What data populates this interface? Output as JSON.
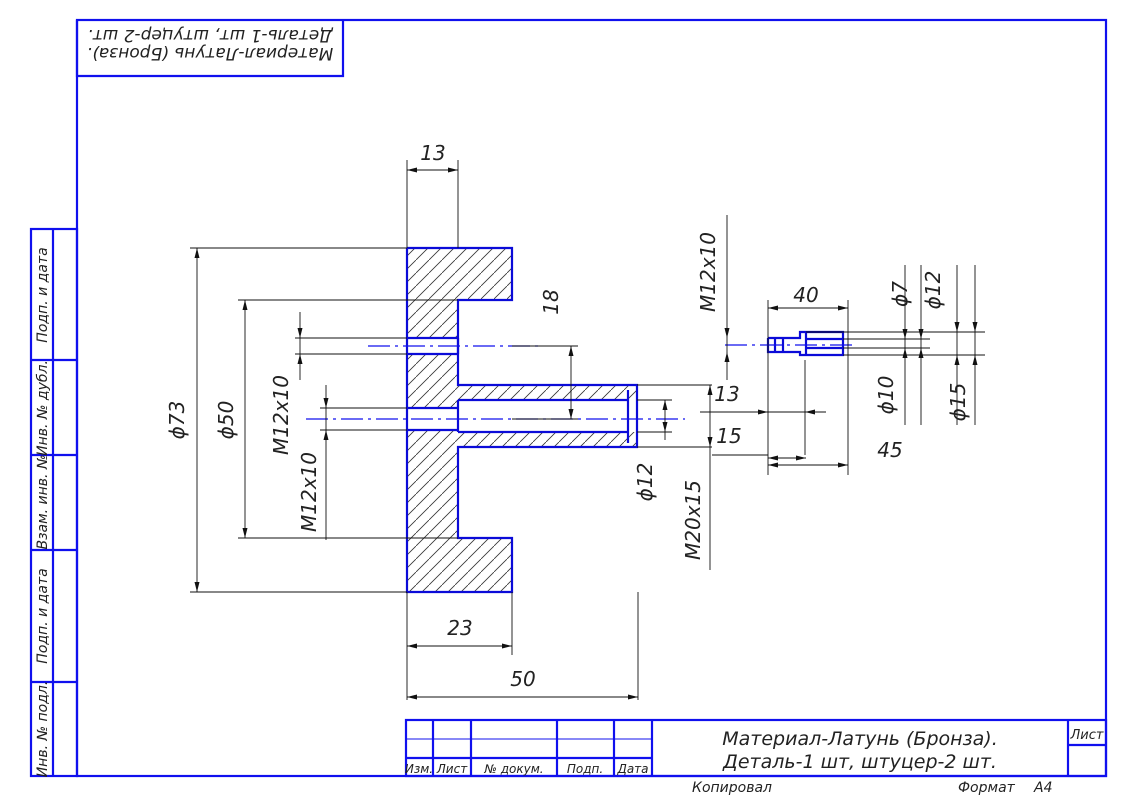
{
  "stamp": {
    "line1": "Материал-Латунь (Бронза).",
    "line2": "Деталь-1 шт, штуцер-2 шт."
  },
  "side_labels": {
    "inv_podl": "Инв. № подл.",
    "podp_data_1": "Подп. и дата",
    "vzam_inv": "Взам. инв. №",
    "inv_dubl": "Инв. № дубл.",
    "podp_data_2": "Подп. и дата"
  },
  "title_block": {
    "material": "Материал-Латунь (Бронза).",
    "quantity": "Деталь-1 шт, штуцер-2 шт.",
    "sheet_label": "Лист",
    "columns": [
      "Изм.",
      "Лист",
      "№ докум.",
      "Подп.",
      "Дата"
    ]
  },
  "footer": {
    "copied": "Копировал",
    "format": "Формат",
    "format_value": "А4"
  },
  "dimensions": {
    "d13_top": "13",
    "d73": "ϕ73",
    "d50": "ϕ50",
    "m12_left_upper": "М12х10",
    "m12_left_lower": "М12х10",
    "d18": "18",
    "d23": "23",
    "d50_len": "50",
    "d12_bore": "ϕ12",
    "m20": "М20х15",
    "d13_right": "13",
    "d15_right": "15",
    "m12_fitting": "М12х10",
    "d40": "40",
    "d7": "ϕ7",
    "d12_fitting": "ϕ12",
    "d10": "ϕ10",
    "d15_fitting": "ϕ15",
    "d45": "45"
  }
}
